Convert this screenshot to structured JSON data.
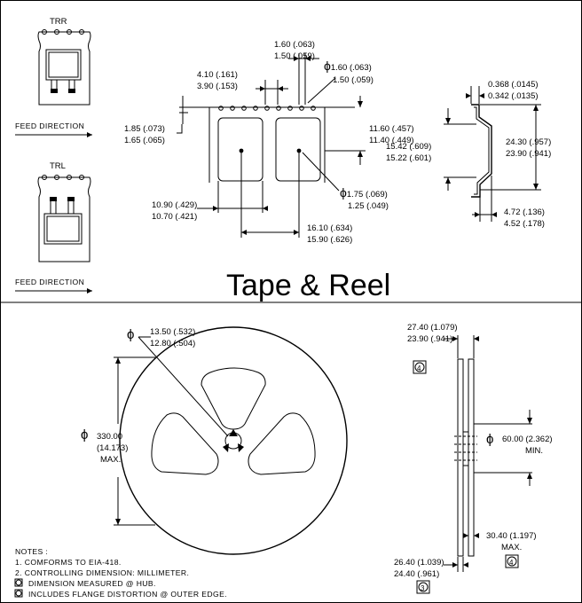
{
  "title": "Tape & Reel",
  "trr_label": "TRR",
  "trl_label": "TRL",
  "feed_direction": "FEED DIRECTION",
  "dims": {
    "sprocket_pitch_max": "1.60 (.063)",
    "sprocket_pitch_min": "1.50 (.059)",
    "hole_pitch_max": "4.10 (.161)",
    "hole_pitch_min": "3.90 (.153)",
    "sprocket_dia_max": "1.60 (.063)",
    "sprocket_dia_min": "1.50 (.059)",
    "edge_max": "1.85 (.073)",
    "edge_min": "1.65 (.065)",
    "center_max": "11.60 (.457)",
    "center_min": "11.40 (.449)",
    "pocket_w_max": "10.90 (.429)",
    "pocket_w_min": "10.70 (.421)",
    "pocket_hole_max": "1.75 (.069)",
    "pocket_hole_min": "1.25 (.049)",
    "pocket_pitch_max": "16.10 (.634)",
    "pocket_pitch_min": "15.90 (.626)",
    "thick_max": "0.368 (.0145)",
    "thick_min": "0.342 (.0135)",
    "depth_max": "15.42 (.609)",
    "depth_min": "15.22 (.601)",
    "tape_w_max": "24.30 (.957)",
    "tape_w_min": "23.90 (.941)",
    "cavity_max": "4.72 (.136)",
    "cavity_min": "4.52 (.178)",
    "hub_hole_max": "13.50 (.532)",
    "hub_hole_min": "12.80 (.504)",
    "reel_dia": "330.00",
    "reel_dia_in": "(14.173)",
    "reel_max": "MAX.",
    "flange_in_max": "27.40 (1.079)",
    "flange_in_min": "23.90 (.941)",
    "hub_dia": "60.00 (2.362)",
    "hub_min": "MIN.",
    "overall_max": "30.40 (1.197)",
    "overall_max_label": "MAX.",
    "flange_out_max": "26.40 (1.039)",
    "flange_out_min": "24.40 (.961)",
    "note3": "3",
    "note4": "4"
  },
  "notes": {
    "heading": "NOTES :",
    "n1": "1.  COMFORMS TO EIA-418.",
    "n2": "2.  CONTROLLING DIMENSION: MILLIMETER.",
    "n3": "DIMENSION MEASURED @ HUB.",
    "n4": "INCLUDES FLANGE DISTORTION @ OUTER EDGE."
  }
}
